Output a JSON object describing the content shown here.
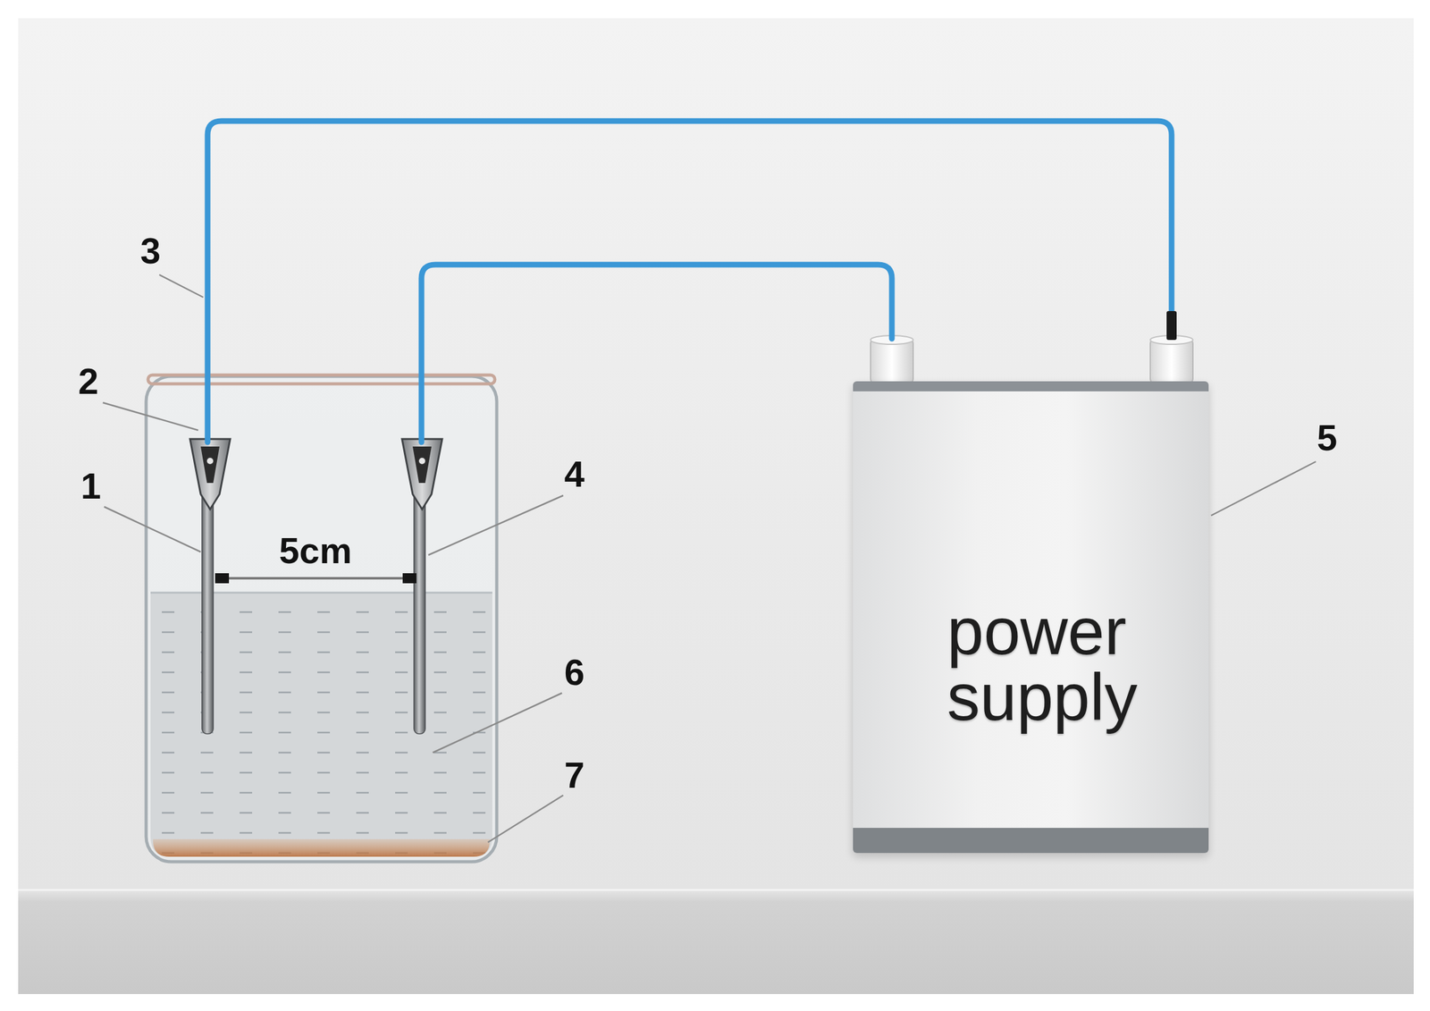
{
  "diagram": {
    "nodes": [
      {
        "text": [
          "power supply"
        ]
      }
    ],
    "labels": [
      "3",
      "2",
      "1",
      "5cm",
      "4",
      "5",
      "6",
      "7"
    ]
  }
}
